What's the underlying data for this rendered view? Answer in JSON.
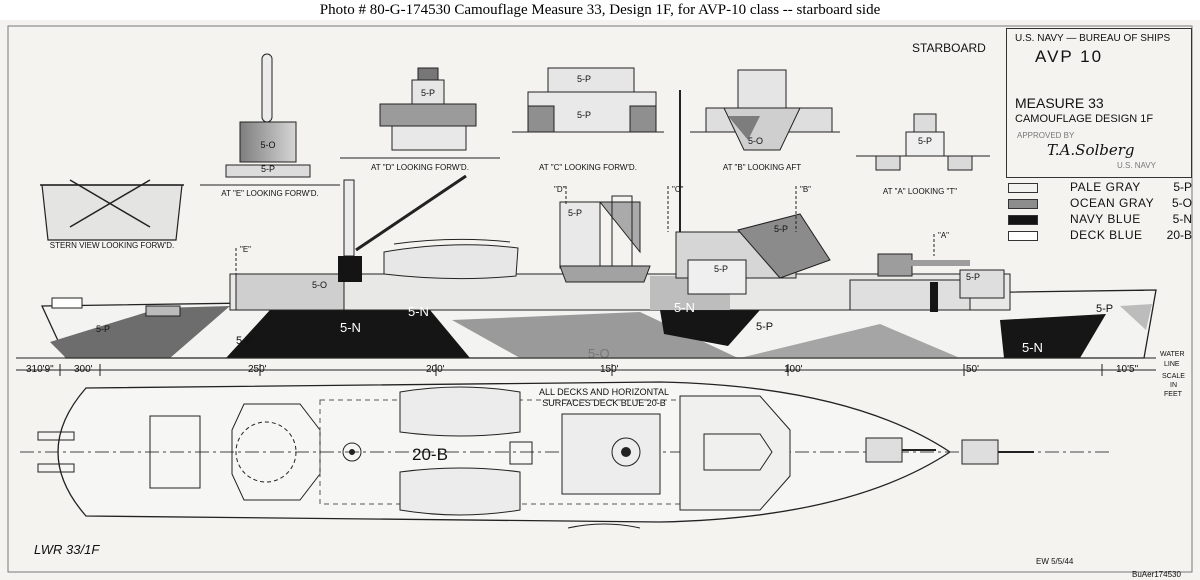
{
  "caption": "Photo # 80-G-174530    Camouflage Measure 33, Design 1F, for AVP-10 class  -- starboard side",
  "side_label": "STARBOARD",
  "title_block": {
    "agency": "U.S. NAVY — BUREAU OF SHIPS",
    "ship": "AVP 10",
    "measure": "MEASURE 33",
    "design": "CAMOUFLAGE DESIGN 1F",
    "approved": "APPROVED BY",
    "signature": "T.A.Solberg",
    "rank": "U.S. NAVY"
  },
  "legend": [
    {
      "name": "PALE GRAY",
      "code": "5-P",
      "color": "#f2f2f0"
    },
    {
      "name": "OCEAN GRAY",
      "code": "5-O",
      "color": "#8d8d8d"
    },
    {
      "name": "NAVY BLUE",
      "code": "5-N",
      "color": "#141414"
    },
    {
      "name": "DECK BLUE",
      "code": "20-B",
      "color": "#ffffff"
    }
  ],
  "views": {
    "stern": "STERN VIEW LOOKING FORW'D.",
    "e": "AT \"E\" LOOKING FORW'D.",
    "d": "AT \"D\" LOOKING FORW'D.",
    "c": "AT \"C\" LOOKING FORW'D.",
    "b": "AT \"B\" LOOKING AFT",
    "a": "AT \"A\" LOOKING \"T\""
  },
  "station_marks": [
    "\"E\"",
    "\"D\"",
    "\"C\"",
    "\"B\"",
    "\"A\""
  ],
  "paint_codes": {
    "p": "5-P",
    "o": "5-O",
    "n": "5-N",
    "b": "20-B"
  },
  "scale": {
    "ticks": [
      "310'9\"",
      "300'",
      "250'",
      "200'",
      "150'",
      "100'",
      "50'",
      "10'5\""
    ],
    "label_1": "SCALE",
    "label_2": "IN",
    "label_3": "FEET",
    "waterline_1": "WATER",
    "waterline_2": "LINE"
  },
  "deck_note_1": "ALL DECKS AND HORIZONTAL",
  "deck_note_2": "SURFACES DECK BLUE 20-B",
  "deck_code": "20-B",
  "bottom_left": "LWR   33/1F",
  "bottom_date": "EW  5/5/44",
  "bottom_ref": "BuAer174530"
}
